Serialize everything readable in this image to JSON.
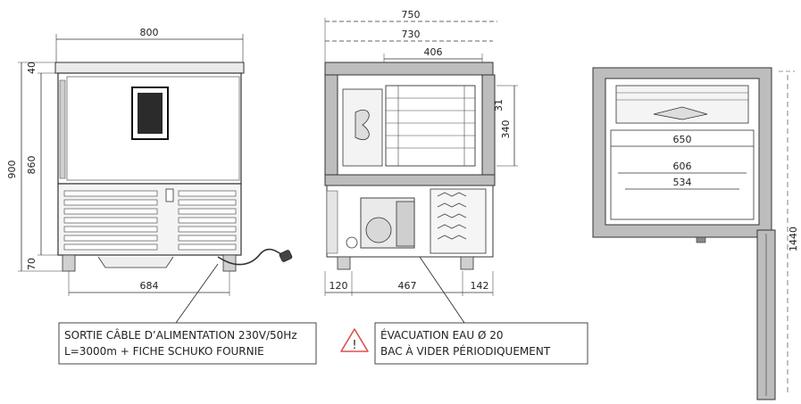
{
  "front_view": {
    "width": "800",
    "height_total": "900",
    "height_body": "860",
    "top_margin": "40",
    "feet_height": "70",
    "feet_span": "684"
  },
  "side_view": {
    "depth_total": "750",
    "depth_body": "730",
    "tray_depth": "406",
    "tray_pitch": "31",
    "chamber_height": "340",
    "base_left": "120",
    "base_center": "467",
    "base_right": "142"
  },
  "top_view": {
    "tray_width_outer": "650",
    "tray_width_middle": "606",
    "tray_width_inner": "534",
    "door_opening": "1440"
  },
  "notes": {
    "power_line1": "SORTIE CÂBLE D’ALIMENTATION 230V/50Hz",
    "power_line2": "L=3000m + FICHE SCHUKO FOURNIE",
    "warning_symbol": "!",
    "drain_line1": "ÉVACUATION EAU Ø 20",
    "drain_line2": "BAC À VIDER PÉRIODIQUEMENT"
  }
}
